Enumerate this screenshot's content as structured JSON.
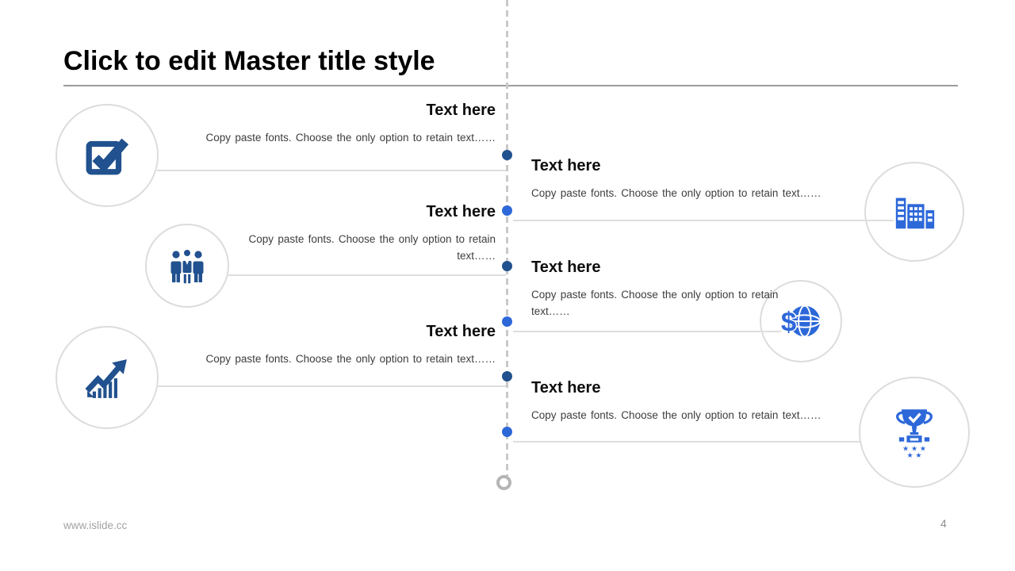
{
  "title": "Click to edit Master title style",
  "items": [
    {
      "side": "left",
      "icon": "check-square-icon",
      "heading": "Text here",
      "body": "Copy paste fonts. Choose the only option to retain text……"
    },
    {
      "side": "right",
      "icon": "building-icon",
      "heading": "Text here",
      "body": "Copy paste fonts. Choose the only option to retain text……"
    },
    {
      "side": "left",
      "icon": "team-icon",
      "heading": "Text here",
      "body": "Copy paste fonts. Choose the only option to retain text……"
    },
    {
      "side": "right",
      "icon": "dollar-globe-icon",
      "heading": "Text here",
      "body": "Copy paste fonts. Choose the only option to retain text……"
    },
    {
      "side": "left",
      "icon": "growth-chart-icon",
      "heading": "Text here",
      "body": "Copy paste fonts. Choose the only option to retain text……"
    },
    {
      "side": "right",
      "icon": "trophy-icon",
      "heading": "Text here",
      "body": "Copy paste fonts. Choose the only option to retain text……"
    }
  ],
  "footer": {
    "website": "www.islide.cc",
    "page_number": "4"
  },
  "colors": {
    "dark_blue": "#21518E",
    "bright_blue": "#2D68D9",
    "circle_border": "#DCDCDC",
    "connector": "#DEDEDE",
    "timeline": "#C9C9C9",
    "title_rule": "#9B9B9B",
    "heading_text": "#0D0D0D",
    "body_text": "#3D3D3D",
    "footer_text": "#A3A3A3"
  }
}
